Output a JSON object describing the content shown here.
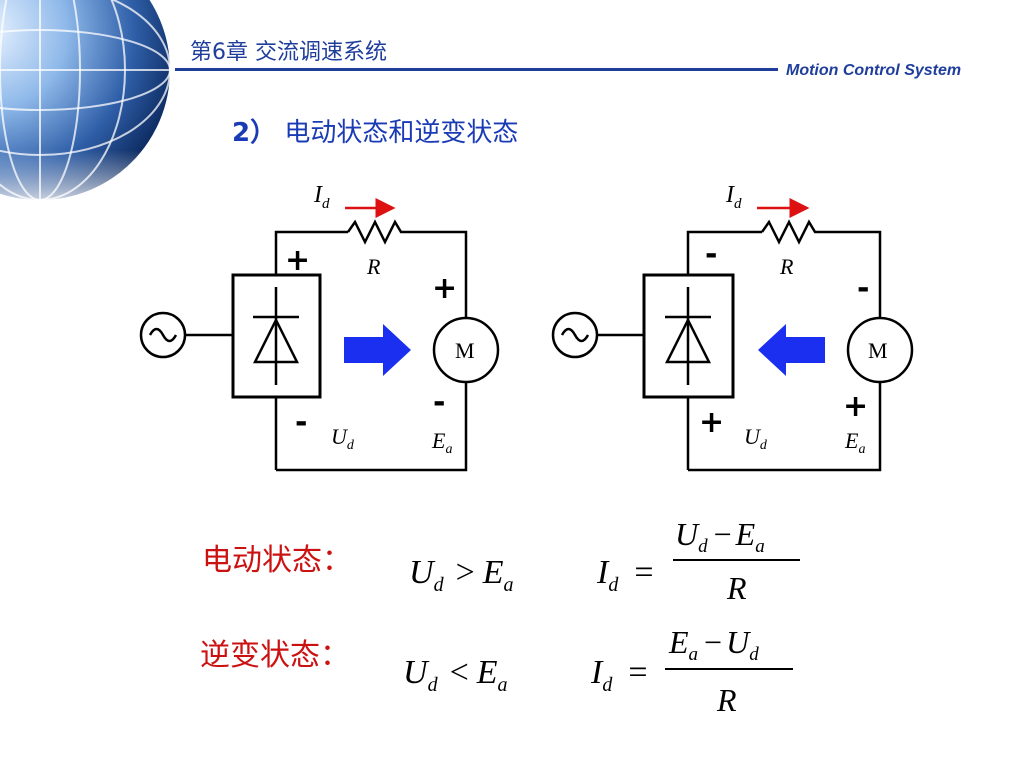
{
  "header": {
    "chapter_title": "第6章  交流调速系统",
    "brand": "Motion Control System"
  },
  "section": {
    "number": "2）",
    "title": "电动状态和逆变状态"
  },
  "diagrams": {
    "left": {
      "current": "I",
      "current_sub": "d",
      "resistor": "R",
      "top_sign": "+",
      "bottom_sign": "-",
      "motor_top_sign": "+",
      "motor_bottom_sign": "-",
      "voltage": "U",
      "voltage_sub": "d",
      "emf": "E",
      "emf_sub": "a",
      "motor": "M"
    },
    "right": {
      "current": "I",
      "current_sub": "d",
      "resistor": "R",
      "top_sign": "-",
      "bottom_sign": "+",
      "motor_top_sign": "-",
      "motor_bottom_sign": "+",
      "voltage": "U",
      "voltage_sub": "d",
      "emf": "E",
      "emf_sub": "a",
      "motor": "M"
    }
  },
  "formulas": {
    "motoring": {
      "label": "电动状态：",
      "cond_U": "U",
      "cond_U_sub": "d",
      "cond_op": ">",
      "cond_E": "E",
      "cond_E_sub": "a",
      "lhs": "I",
      "lhs_sub": "d",
      "eq": "=",
      "num1": "U",
      "num1_sub": "d",
      "minus": "−",
      "num2": "E",
      "num2_sub": "a",
      "den": "R"
    },
    "inverting": {
      "label": "逆变状态：",
      "cond_U": "U",
      "cond_U_sub": "d",
      "cond_op": "<",
      "cond_E": "E",
      "cond_E_sub": "a",
      "lhs": "I",
      "lhs_sub": "d",
      "eq": "=",
      "num1": "E",
      "num1_sub": "a",
      "minus": "−",
      "num2": "U",
      "num2_sub": "d",
      "den": "R"
    }
  },
  "colors": {
    "title_blue": "#1f3e9c",
    "label_red": "#cc1111",
    "arrow_blue": "#1a2ff0",
    "arrow_red": "#dd1111"
  }
}
